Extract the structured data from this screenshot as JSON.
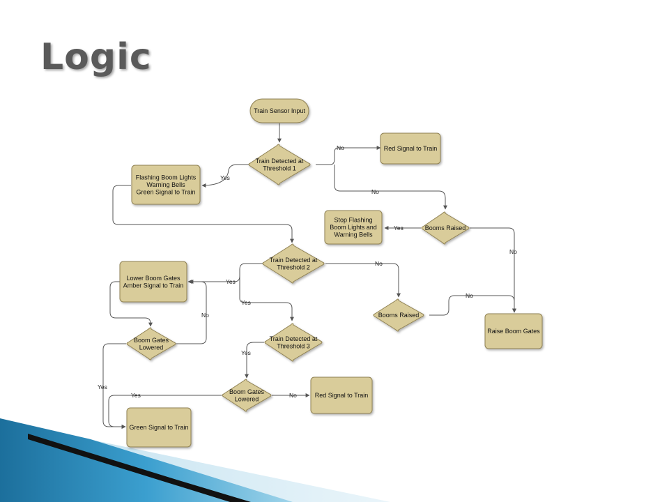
{
  "slide": {
    "title": "Logic"
  },
  "colors": {
    "node_fill": "#d9cc9a",
    "node_stroke": "#8f8152",
    "edge": "#555555",
    "title": "#5a5a5a"
  },
  "nodes": {
    "sensor": {
      "lines": [
        "Train Sensor Input"
      ]
    },
    "detect1": {
      "lines": [
        "Train Detected at",
        "Threshold 1"
      ]
    },
    "red1": {
      "lines": [
        "Red Signal to Train"
      ]
    },
    "flashing": {
      "lines": [
        "Flashing Boom Lights",
        "Warning Bells",
        "Green Signal to Train"
      ]
    },
    "booms_raised_1": {
      "lines": [
        "Booms Raised"
      ]
    },
    "stop_flashing": {
      "lines": [
        "Stop Flashing",
        "Boom Lights and",
        "Warning Bells"
      ]
    },
    "detect2": {
      "lines": [
        "Train Detected at",
        "Threshold 2"
      ]
    },
    "lower_gates": {
      "lines": [
        "Lower Boom Gates",
        "Amber Signal to Train"
      ]
    },
    "booms_raised_2": {
      "lines": [
        "Booms Raised"
      ]
    },
    "raise_gates": {
      "lines": [
        "Raise Boom Gates"
      ]
    },
    "gates_lowered_1": {
      "lines": [
        "Boom Gates",
        "Lowered"
      ]
    },
    "detect3": {
      "lines": [
        "Train Detected at",
        "Threshold 3"
      ]
    },
    "gates_lowered_2": {
      "lines": [
        "Boom Gates",
        "Lowered"
      ]
    },
    "red2": {
      "lines": [
        "Red Signal to Train"
      ]
    },
    "green_final": {
      "lines": [
        "Green Signal to Train"
      ]
    }
  },
  "edge_labels": {
    "d1_no": "No",
    "d1_yes": "Yes",
    "d1_no_2": "No",
    "br1_yes": "Yes",
    "br1_no": "No",
    "d2_no": "No",
    "d2_yes": "Yes",
    "d2_yes_2": "Yes",
    "br2_no": "No",
    "gl1_no": "No",
    "gl1_yes": "Yes",
    "d3_yes": "Yes",
    "gl2_no": "No",
    "gl2_yes": "Yes"
  }
}
